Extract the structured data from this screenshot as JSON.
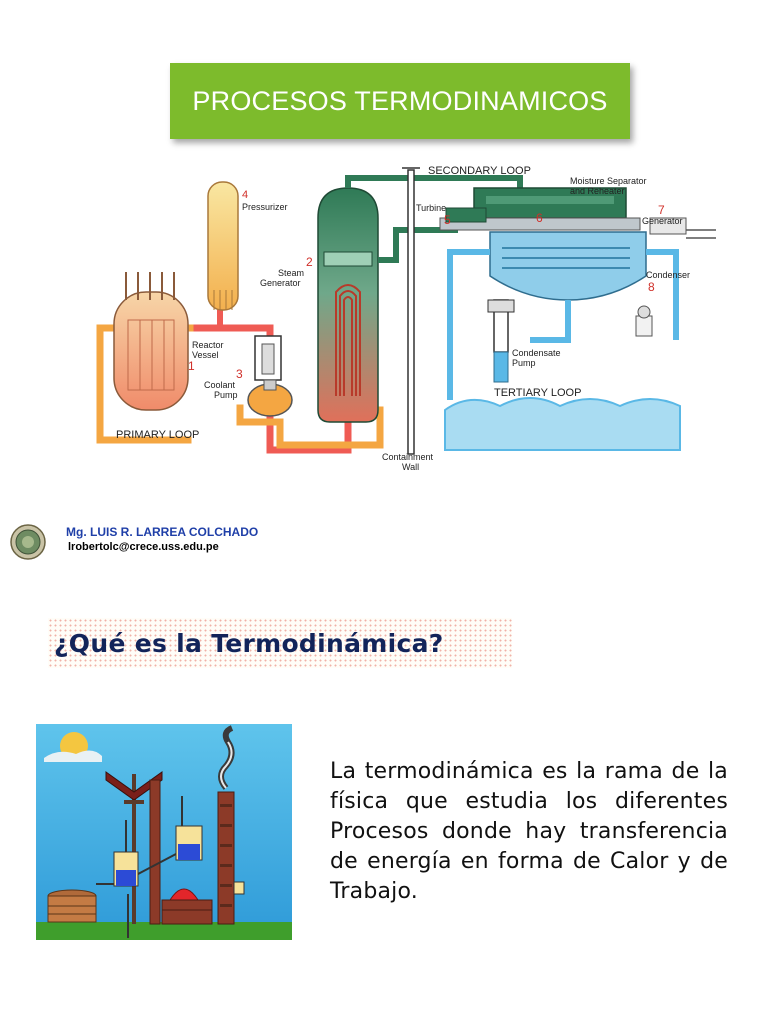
{
  "header": {
    "title": "PROCESOS TERMODINAMICOS"
  },
  "diagram": {
    "labels": {
      "secondary_loop": "SECONDARY LOOP",
      "moisture_separator": "Moisture Separator",
      "and_reheater": "and Reheater",
      "pressurizer_num": "4",
      "pressurizer": "Pressurizer",
      "turbine": "Turbine",
      "turbine_num": "5",
      "moisture_num": "6",
      "generator_num": "7",
      "generator": "Generator",
      "steam_num": "2",
      "steam": "Steam",
      "steam_generator": "Generator",
      "condenser": "Condenser",
      "condenser_num": "8",
      "reactor": "Reactor",
      "vessel": "Vessel",
      "reactor_num": "1",
      "coolant_num": "3",
      "coolant": "Coolant",
      "coolant_pump": "Pump",
      "condensate": "Condensate",
      "condensate_pump": "Pump",
      "tertiary_loop": "TERTIARY LOOP",
      "primary_loop": "PRIMARY LOOP",
      "containment": "Containment",
      "wall": "Wall"
    },
    "colors": {
      "primary_hot": "#ef5b54",
      "primary_cool": "#f4a642",
      "secondary": "#2f7a56",
      "tertiary": "#5ab8e6",
      "pool": "#a9dcf2"
    }
  },
  "author": {
    "name": "Mg. LUIS R. LARREA COLCHADO",
    "email": "lrobertolc@crece.uss.edu.pe"
  },
  "question": {
    "text": "¿Qué es la Termodinámica?"
  },
  "paragraph": {
    "text": "La termodinámica es la rama de la física que estudia los diferentes Procesos donde hay transferencia de energía en forma de Calor y de Trabajo."
  }
}
